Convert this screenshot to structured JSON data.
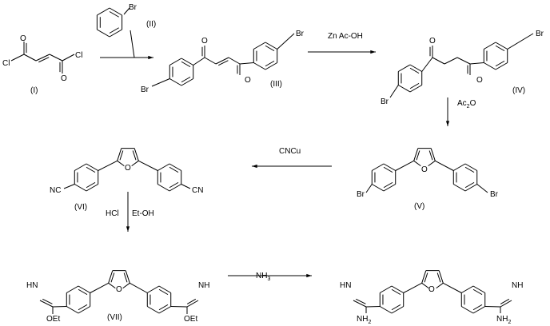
{
  "compounds": {
    "I": {
      "label": "(I)",
      "atoms": [
        "Cl",
        "O",
        "O",
        "Cl"
      ]
    },
    "II": {
      "label": "(II)",
      "atoms": [
        "Br"
      ]
    },
    "III": {
      "label": "(III)",
      "atoms": [
        "Br",
        "O",
        "O",
        "Br"
      ]
    },
    "IV": {
      "label": "(IV)",
      "atoms": [
        "Br",
        "O",
        "O",
        "Br"
      ]
    },
    "V": {
      "label": "(V)",
      "atoms": [
        "Br",
        "O",
        "Br"
      ]
    },
    "VI": {
      "label": "(VI)",
      "atoms": [
        "NC",
        "O",
        "CN"
      ]
    },
    "VII": {
      "label": "(VII)",
      "atoms": [
        "HN",
        "OEt",
        "O",
        "NH",
        "OEt"
      ]
    },
    "product": {
      "atoms": [
        "HN",
        "NH2",
        "O",
        "NH",
        "NH2"
      ]
    }
  },
  "reagents": {
    "step2": "Zn  Ac-OH",
    "step3": "Ac2O",
    "step4": "CNCu",
    "step5_a": "HCl",
    "step5_b": "Et-OH",
    "step6": "NH3"
  }
}
